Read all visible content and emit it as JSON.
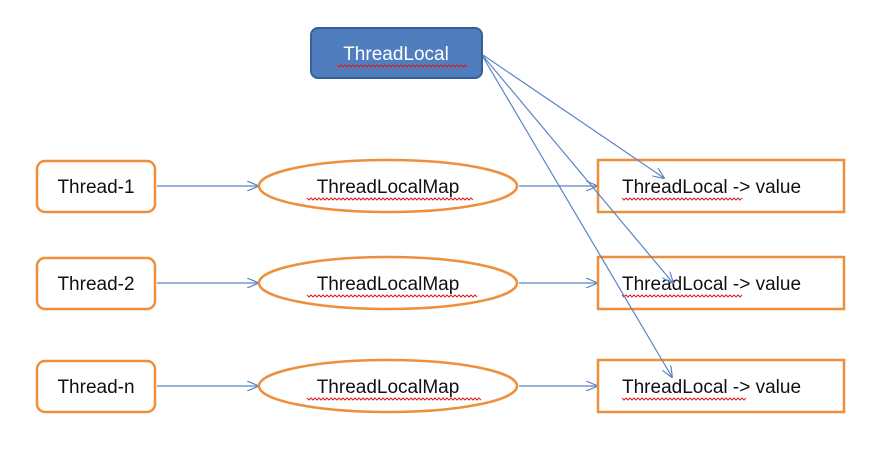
{
  "diagram": {
    "top_node": {
      "label": "ThreadLocal",
      "fill": "#4f7dbd",
      "stroke": "#35609a",
      "text_color": "#ffffff"
    },
    "rows": [
      {
        "thread": "Thread-1",
        "map": "ThreadLocalMap",
        "entry_key": "ThreadLocal",
        "entry_rest": " -> value"
      },
      {
        "thread": "Thread-2",
        "map": "ThreadLocalMap",
        "entry_key": "ThreadLocal",
        "entry_rest": " -> value"
      },
      {
        "thread": "Thread-n",
        "map": "ThreadLocalMap",
        "entry_key": "ThreadLocal",
        "entry_rest": " -> value"
      }
    ],
    "colors": {
      "orange_border": "#ee8f3c",
      "arrow": "#5b84c4",
      "spellcheck": "#d42020"
    }
  }
}
